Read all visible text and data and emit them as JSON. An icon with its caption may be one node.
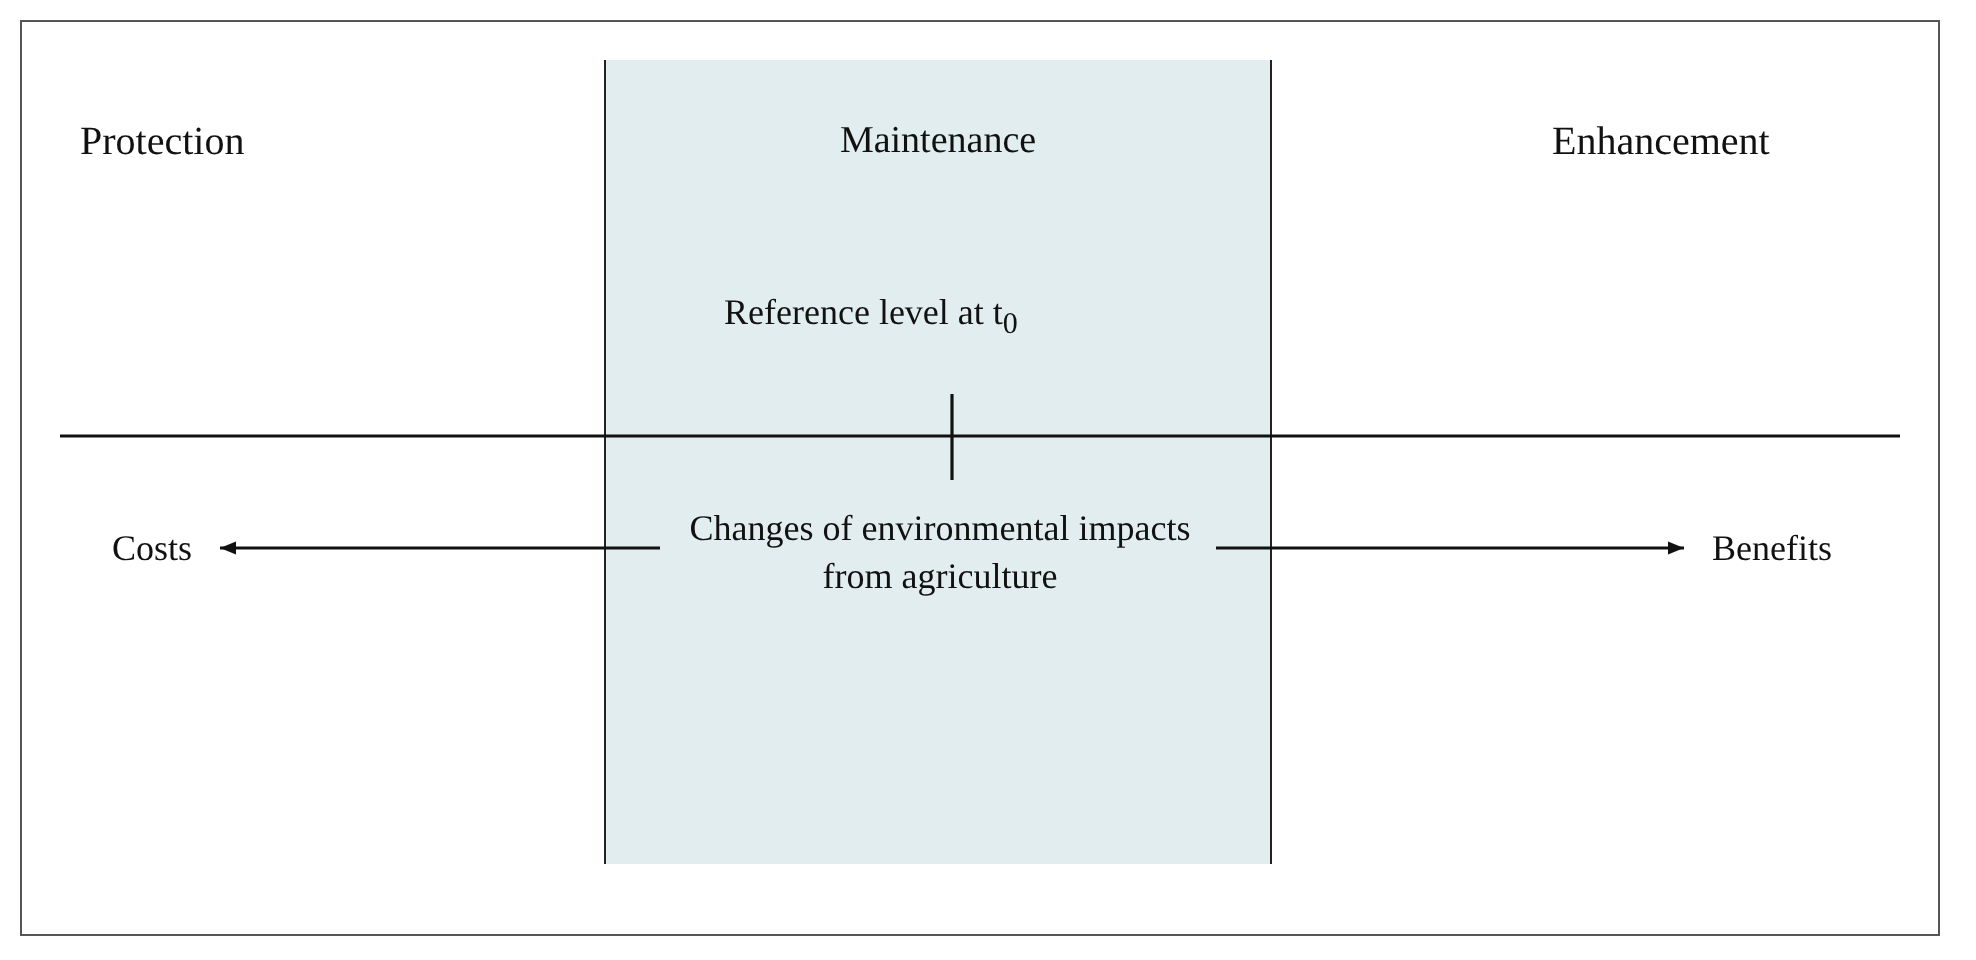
{
  "diagram": {
    "nodes": [
      {
        "text": [
          "Maintenance"
        ]
      },
      {
        "text": [
          "Changes of environmental impacts from agriculture"
        ],
        "in": 0
      },
      {
        "text": [
          "Costs"
        ]
      },
      {
        "text": [
          "Benefits"
        ]
      }
    ],
    "edges": [
      {
        "from": 1,
        "to": 2,
        "arrow": "to"
      },
      {
        "from": 1,
        "to": 3,
        "arrow": "to"
      }
    ],
    "labels": [
      "Protection",
      "Enhancement",
      "Reference level at t$_{0}$"
    ]
  }
}
